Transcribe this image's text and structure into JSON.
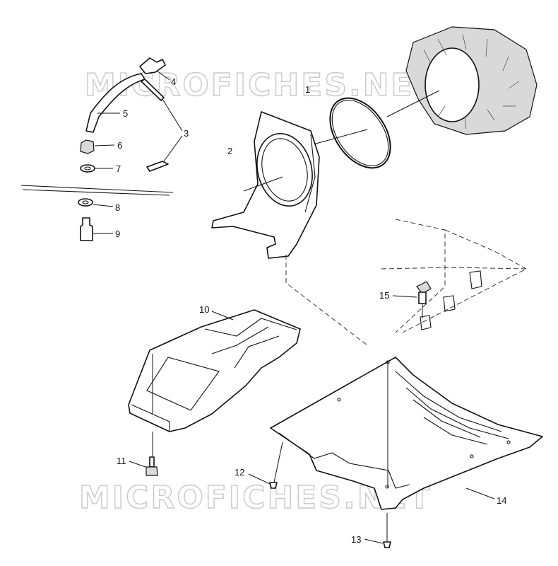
{
  "watermark": {
    "text_top": "MICROFICHES.NET",
    "text_bottom": "MICROFICHES.NET"
  },
  "callouts": {
    "c1": "1",
    "c2": "2",
    "c3": "3",
    "c4": "4",
    "c5": "5",
    "c6": "6",
    "c7": "7",
    "c8": "8",
    "c9": "9",
    "c10": "10",
    "c11": "11",
    "c12": "12",
    "c13": "13",
    "c14": "14",
    "c15": "15"
  },
  "colors": {
    "line": "#111111",
    "watermark": "#c9c9c9",
    "background": "#ffffff"
  }
}
